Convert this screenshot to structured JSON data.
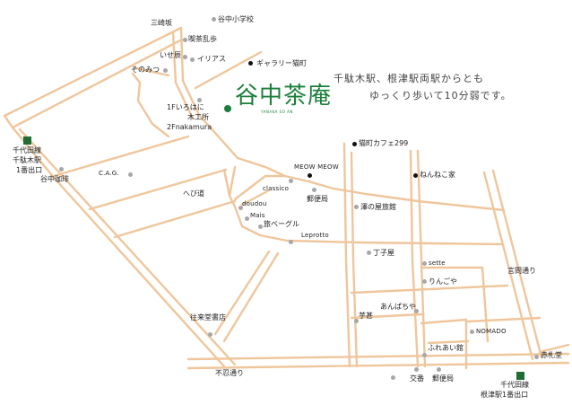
{
  "map": {
    "logo": {
      "text": "谷中茶庵",
      "sub": "YANAKA SO AN"
    },
    "tagline": [
      "千駄木駅、根津駅両駅からとも",
      "ゆっくり歩いて10分弱です。"
    ],
    "stations": {
      "sendagi": [
        "千代田線",
        "千駄木駅",
        "1番出口"
      ],
      "nezu": [
        "千代田線",
        "根津駅1番出口"
      ]
    },
    "landmarks": {
      "sanzakizaka": "三崎坂",
      "yanaka_school": "谷中小学校",
      "kissa_ranpo": "喫茶乱歩",
      "isetatsu": "いせ辰",
      "irias": "イリアス",
      "sonomitsu": "そのみつ",
      "gallery_nekomachi": "ギャラリー猫町",
      "iroha_1f": "1Fいろはに",
      "mokkoujo": "木工所",
      "nakamura_2f": "2Fnakamura",
      "yanaka_coffee": "谷中珈琲",
      "cag": "C.A.G.",
      "nekomachi_cafe": "猫町カフェ299",
      "neneko": "ねんねこ家",
      "meow_meow": "MEOW MEOW",
      "classico": "classico",
      "post_office": "郵便局",
      "hebi_michi": "へび道",
      "doudou": "doudou",
      "mais": "Mais",
      "tabi_bagel": "旅ベーグル",
      "sawanoya": "澤の屋旅館",
      "leprotto": "Leprotto",
      "chojiya": "丁子屋",
      "sette": "sette",
      "ringoya": "りんごや",
      "kototoi_dori": "言問通り",
      "anpanchiya": "あんぱちや",
      "geisha": "芋甚",
      "nomado": "NOMADO",
      "fureaikan": "ふれあい館",
      "orai_shoten": "往来堂書店",
      "shinobazu_dori": "不忍通り",
      "akafudado": "赤札堂",
      "koban": "交番",
      "post_office_2": "郵便局"
    }
  }
}
